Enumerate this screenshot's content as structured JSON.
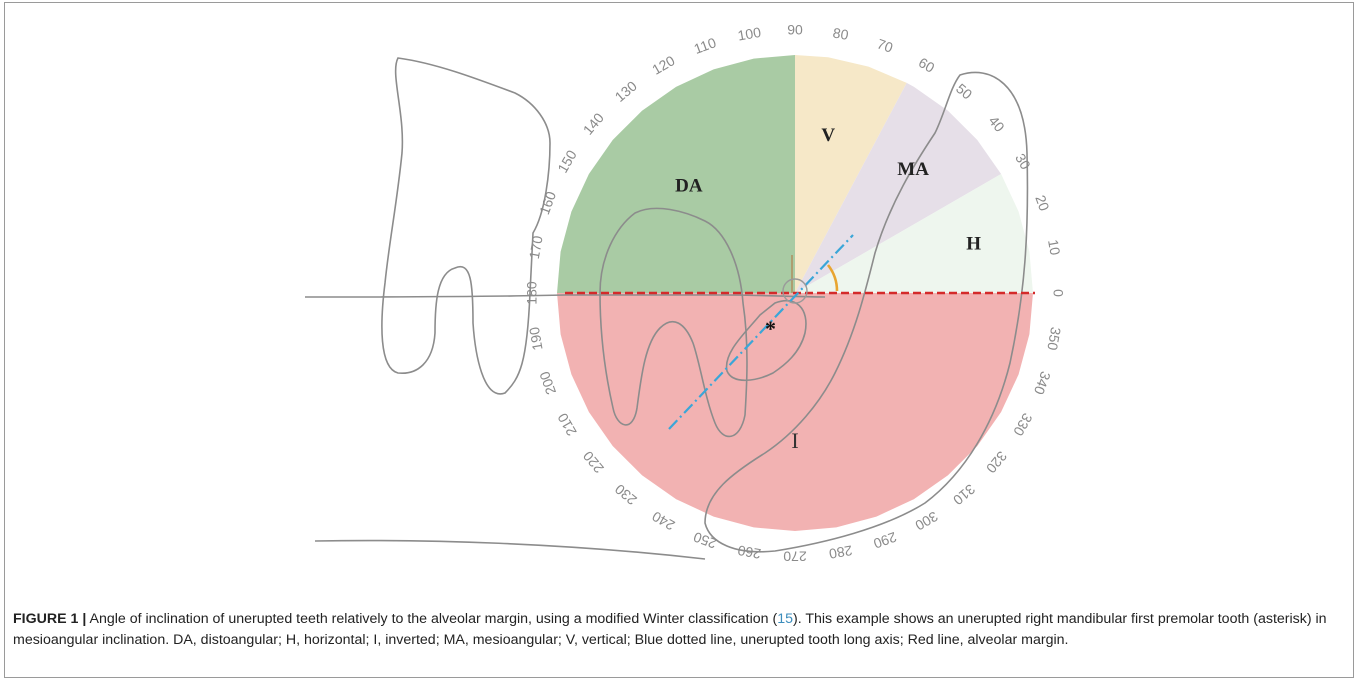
{
  "figure": {
    "zones": [
      {
        "key": "da",
        "label": "DA",
        "start_deg": 90,
        "end_deg": 180,
        "color": "#a9cba4"
      },
      {
        "key": "v",
        "label": "V",
        "start_deg": 62,
        "end_deg": 90,
        "color": "#f6e8c8"
      },
      {
        "key": "ma",
        "label": "MA",
        "start_deg": 30,
        "end_deg": 62,
        "color": "#e6dfe8"
      },
      {
        "key": "h",
        "label": "H",
        "start_deg": 0,
        "end_deg": 30,
        "color": "#eef6ee"
      },
      {
        "key": "i",
        "label": "I",
        "start_deg": 180,
        "end_deg": 360,
        "color": "#f2b2b2"
      }
    ],
    "degree_labels": [
      "0",
      "10",
      "20",
      "30",
      "40",
      "50",
      "60",
      "70",
      "80",
      "90",
      "100",
      "110",
      "120",
      "130",
      "140",
      "150",
      "160",
      "170",
      "180",
      "190",
      "200",
      "210",
      "220",
      "230",
      "240",
      "250",
      "260",
      "270",
      "280",
      "290",
      "300",
      "310",
      "320",
      "330",
      "340",
      "350"
    ],
    "asterisk": "*",
    "tooth_axis_angle_deg": 45,
    "colors": {
      "alveolar_margin": "#d42a2a",
      "tooth_axis": "#3aa6d8",
      "angle_arc": "#e8a531",
      "outline": "#8c8c8c"
    }
  },
  "caption": {
    "lead": "FIGURE 1 |",
    "text_before_ref": " Angle of inclination of unerupted teeth relatively to the alveolar margin, using a modified Winter classification (",
    "ref": "15",
    "text_after_ref": "). This example shows an unerupted right mandibular first premolar tooth (asterisk) in mesioangular inclination. DA, distoangular; H, horizontal; I, inverted; MA, mesioangular; V, vertical; Blue dotted line, unerupted tooth long axis; Red line, alveolar margin."
  }
}
